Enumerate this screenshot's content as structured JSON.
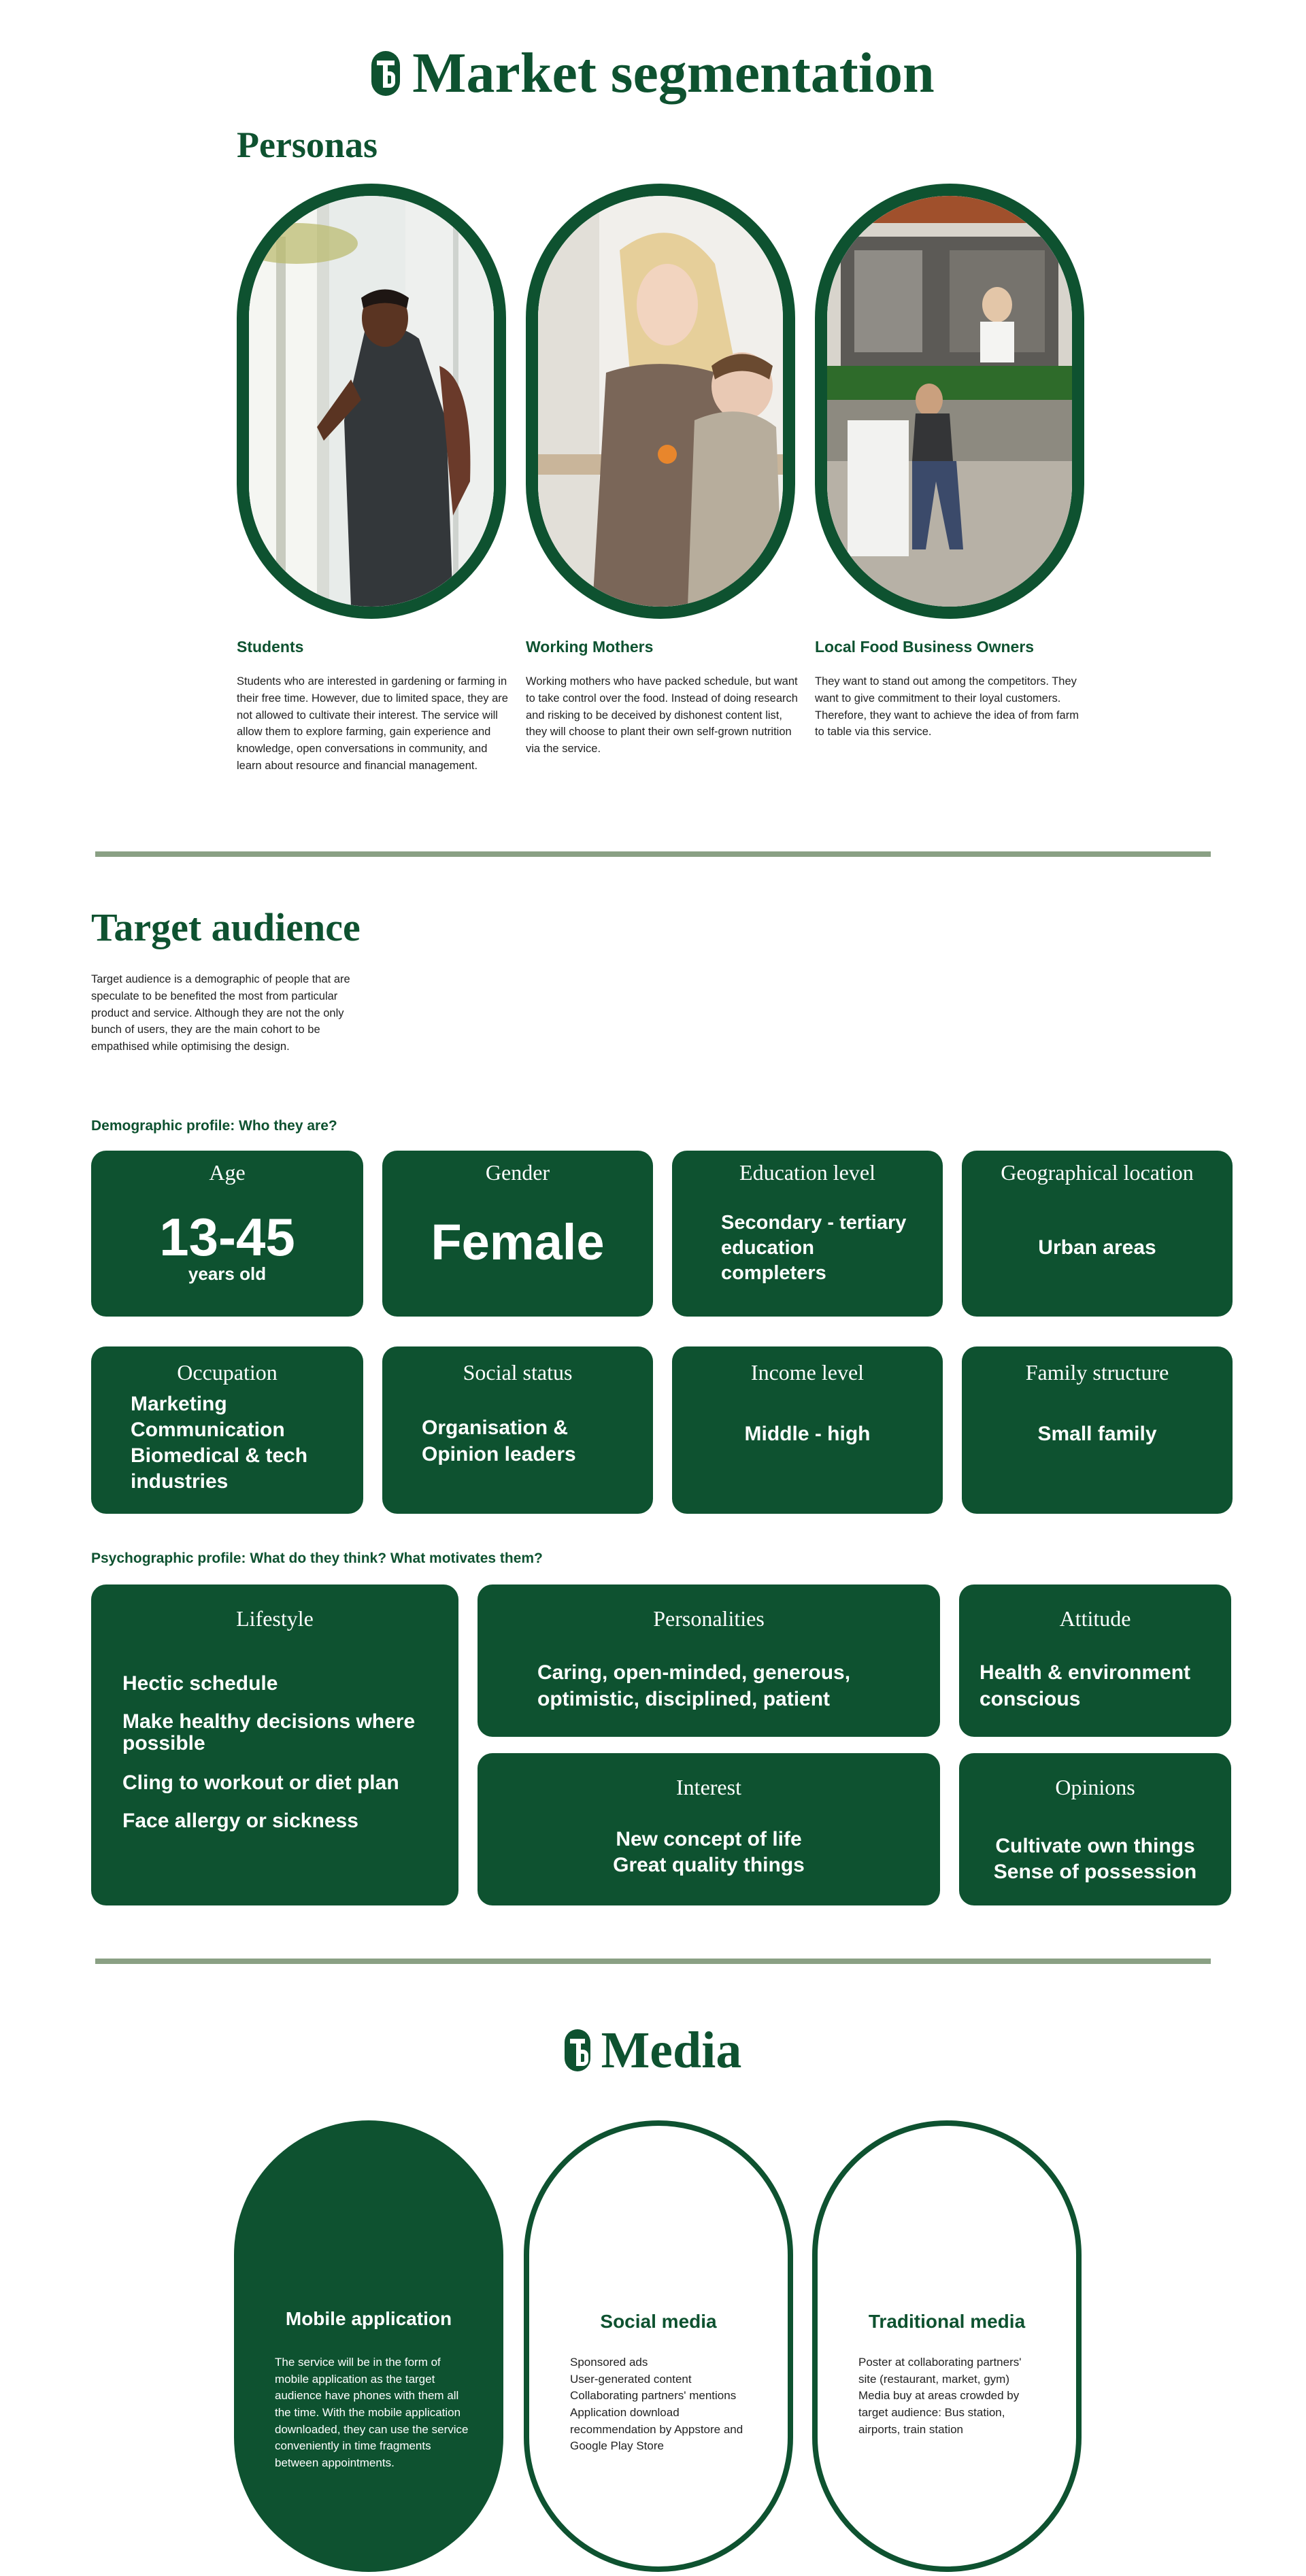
{
  "header": {
    "title": "Market segmentation"
  },
  "personas": {
    "title": "Personas",
    "items": [
      {
        "name": "Students",
        "description": "Students who are interested in gardening or farming in their free time. However, due to limited space, they are not allowed to cultivate their interest. The service will allow them to explore farming, gain experience and knowledge, open conversations in community, and learn about resource and financial management."
      },
      {
        "name": "Working Mothers",
        "description": "Working mothers who have packed schedule, but want to take control over the food. Instead of doing research and risking to be deceived by dishonest content list, they will choose to plant their own self-grown nutrition via the service."
      },
      {
        "name": "Local Food Business Owners",
        "description": "They want to stand out among the competitors. They want to give commitment to their loyal customers. Therefore, they want to achieve the idea of from farm to table via this service."
      }
    ]
  },
  "target": {
    "title": "Target audience",
    "description": "Target audience is a demographic of people that are speculate to be benefited the most from particular product and service. Although they are not the only bunch of users, they are the main cohort to be empathised while optimising the design.",
    "demographic_heading": "Demographic profile: Who they are?",
    "demographic": {
      "age": {
        "label": "Age",
        "value": "13-45",
        "sub": "years old"
      },
      "gender": {
        "label": "Gender",
        "value": "Female"
      },
      "education": {
        "label": "Education level",
        "value": "Secondary - tertiary education completers"
      },
      "geo": {
        "label": "Geographical location",
        "value": "Urban areas"
      },
      "occupation": {
        "label": "Occupation",
        "value": "Marketing Communication Biomedical & tech industries"
      },
      "social": {
        "label": "Social status",
        "value": "Organisation & Opinion leaders"
      },
      "income": {
        "label": "Income level",
        "value": "Middle - high"
      },
      "family": {
        "label": "Family structure",
        "value": "Small family"
      }
    },
    "psychographic_heading": "Psychographic profile: What do they think? What motivates them?",
    "psychographic": {
      "lifestyle": {
        "label": "Lifestyle",
        "items": [
          "Hectic schedule",
          "Make healthy decisions where possible",
          "Cling to workout or diet plan",
          "Face allergy or sickness"
        ]
      },
      "personalities": {
        "label": "Personalities",
        "value": "Caring, open-minded, generous, optimistic, disciplined, patient"
      },
      "attitude": {
        "label": "Attitude",
        "value": "Health & environment conscious"
      },
      "interest": {
        "label": "Interest",
        "value1": "New concept of life",
        "value2": "Great quality things"
      },
      "opinions": {
        "label": "Opinions",
        "value1": "Cultivate own things",
        "value2": "Sense of possession"
      }
    }
  },
  "media": {
    "title": "Media",
    "items": [
      {
        "title": "Mobile application",
        "text": "The service will be in the form of mobile application as the target audience have phones with them all the time. With the mobile application downloaded, they can use the service conveniently in time fragments between appointments."
      },
      {
        "title": "Social media",
        "lines": [
          "Sponsored ads",
          "User-generated content",
          "Collaborating partners' mentions",
          "Application download recommendation by Appstore and Google Play Store"
        ]
      },
      {
        "title": "Traditional media",
        "lines": [
          "Poster at collaborating partners' site (restaurant, market, gym)",
          "Media buy at areas crowded by target audience: Bus station, airports, train station"
        ]
      }
    ]
  },
  "colors": {
    "brand_green": "#0e5230",
    "divider": "#8aa084"
  }
}
